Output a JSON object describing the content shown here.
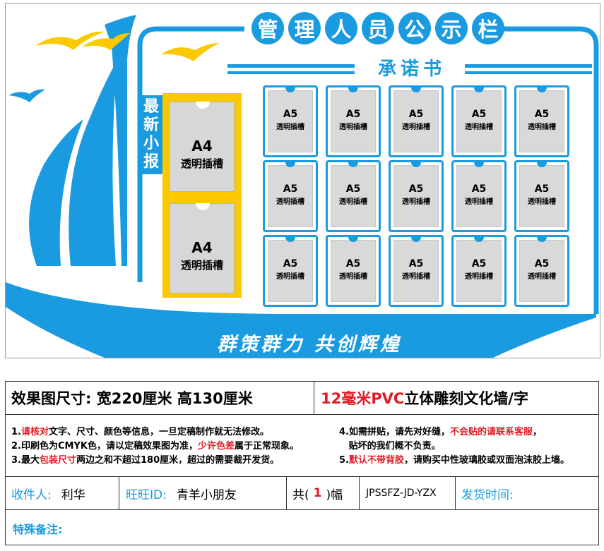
{
  "board": {
    "title_chars": [
      "管",
      "理",
      "人",
      "员",
      "公",
      "示",
      "栏"
    ],
    "subtitle": "承诺书",
    "news_label_chars": [
      "最",
      "新",
      "小",
      "报"
    ],
    "a4_size": "A4",
    "a4_slot_text": "透明插槽",
    "a5_size": "A5",
    "a5_slot_text": "透明插槽",
    "slogan": "群策群力 共创辉煌",
    "colors": {
      "primary_blue": "#1a9be0",
      "accent_yellow": "#fcc800",
      "slot_gray": "#d9d9d9"
    }
  },
  "info": {
    "size_line": "效果图尺寸: 宽220厘米  高130厘米",
    "pvc_red": "12毫米PVC",
    "pvc_rest": "立体雕刻文化墙/字",
    "notes_left": [
      {
        "pre": "1.",
        "red": "请核对",
        "post": "文字、尺寸、颜色等信息，一旦定稿制作就无法修改。"
      },
      {
        "pre": "2.印刷色为CMYK色，请以定稿效果图为准，",
        "red": "少许色差",
        "post": "属于正常现象。"
      },
      {
        "pre": "3.最大",
        "red": "包装尺寸",
        "post": "两边之和不超过180厘米，超过的需要裁开发货。"
      }
    ],
    "notes_right": [
      {
        "pre": "4.如需拼贴，请先对好缝，",
        "red": "不会贴的请联系客服",
        "post": "，"
      },
      {
        "pre": "   贴坏的我们概不负责。",
        "red": "",
        "post": ""
      },
      {
        "pre": "5.",
        "red": "默认不带背胶",
        "post": "，请购买中性玻璃胶或双面泡沫胶上墙。"
      }
    ],
    "receiver_label": "收件人:",
    "receiver_value": "利华",
    "wangwang_label": "旺旺ID:",
    "wangwang_value": "青羊小朋友",
    "count_pre": "共(",
    "count_value": "1",
    "count_post": ")幅",
    "code": "JPSSFZ-JD-YZX",
    "ship_label": "发货时间:",
    "remark_label": "特殊备注:"
  }
}
